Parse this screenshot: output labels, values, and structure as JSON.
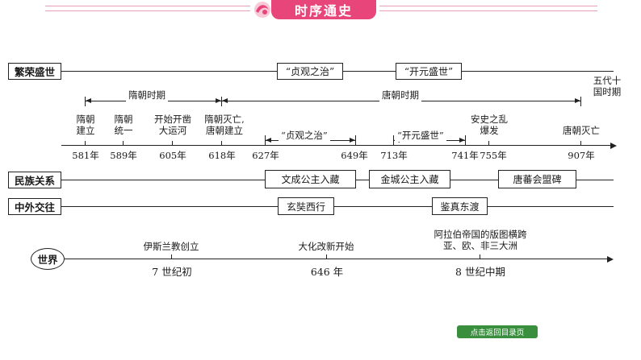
{
  "header": {
    "title": "时序通史"
  },
  "categories": {
    "prosperity": "繁荣盛世",
    "ethnic": "民族关系",
    "foreign": "中外交往",
    "world": "世界"
  },
  "prosperity_boxes": [
    "“贞观之治”",
    "“开元盛世”"
  ],
  "five_dynasties": [
    "五代十",
    "国时期"
  ],
  "periods": {
    "sui": "隋朝时期",
    "tang": "唐朝时期"
  },
  "inner_periods": {
    "zhenguan": "“贞观之治”",
    "kaiyuan": "“开元盛世”"
  },
  "events": {
    "sui_found": [
      "隋朝",
      "建立"
    ],
    "sui_unify": [
      "隋朝",
      "统一"
    ],
    "canal": [
      "开始开凿",
      "大运河"
    ],
    "tang_found": [
      "隋朝灭亡,",
      "唐朝建立"
    ],
    "anshi": [
      "安史之乱",
      "爆发"
    ],
    "tang_fall": [
      "唐朝灭亡"
    ]
  },
  "years": [
    "581年",
    "589年",
    "605年",
    "618年",
    "627年",
    "649年",
    "713年",
    "741年",
    "755年",
    "907年"
  ],
  "ethnic_boxes": [
    "文成公主入藏",
    "金城公主入藏",
    "唐蕃会盟碑"
  ],
  "foreign_boxes": [
    "玄奘西行",
    "鉴真东渡"
  ],
  "world_events": {
    "islam": "伊斯兰教创立",
    "taika": "大化改新开始",
    "arab": [
      "阿拉伯帝国的版图横跨",
      "亚、欧、非三大洲"
    ]
  },
  "world_dates": [
    "7 世纪初",
    "646 年",
    "8 世纪中期"
  ],
  "footer": {
    "back_label": "点击返回目录页"
  },
  "colors": {
    "accent": "#e8457a",
    "button": "#3a8f3f",
    "line": "#222222"
  }
}
